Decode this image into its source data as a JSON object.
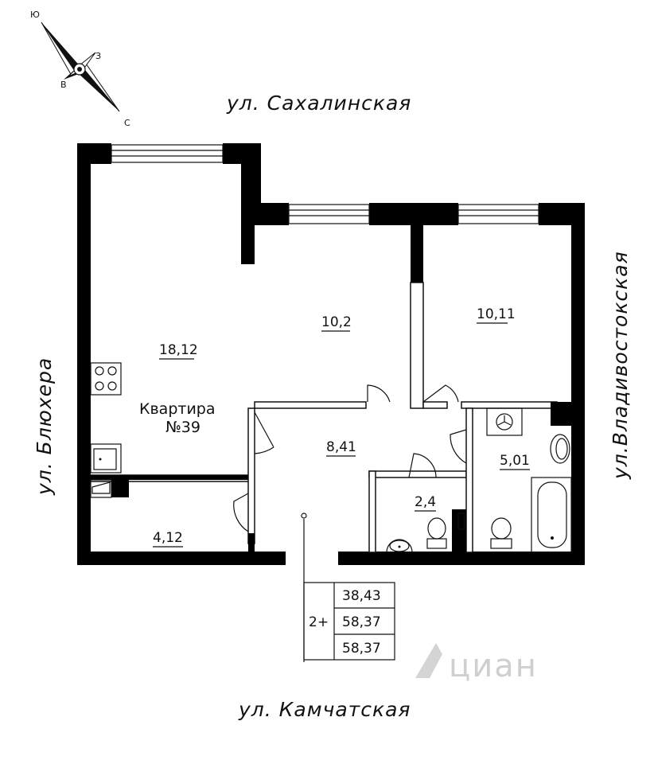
{
  "streets": {
    "top": "ул. Сахалинская",
    "bottom": "ул. Камчатская",
    "left": "ул. Блюхера",
    "right": "ул.Владивостокская"
  },
  "compass": {
    "north": "Ю",
    "east": "З",
    "south": "С",
    "west": "В"
  },
  "apartment": {
    "label_line1": "Квартира",
    "label_line2": "№39"
  },
  "rooms": [
    {
      "id": "kitchen-living",
      "area": "18,12"
    },
    {
      "id": "bedroom-middle",
      "area": "10,2"
    },
    {
      "id": "bedroom-right",
      "area": "10,11"
    },
    {
      "id": "hall",
      "area": "8,41"
    },
    {
      "id": "toilet",
      "area": "2,4"
    },
    {
      "id": "bathroom",
      "area": "5,01"
    },
    {
      "id": "loggia",
      "area": "4,12"
    }
  ],
  "summary": {
    "type": "2+",
    "living_area": "38,43",
    "total_area": "58,37",
    "total_area_2": "58,37"
  },
  "watermark": "циан"
}
